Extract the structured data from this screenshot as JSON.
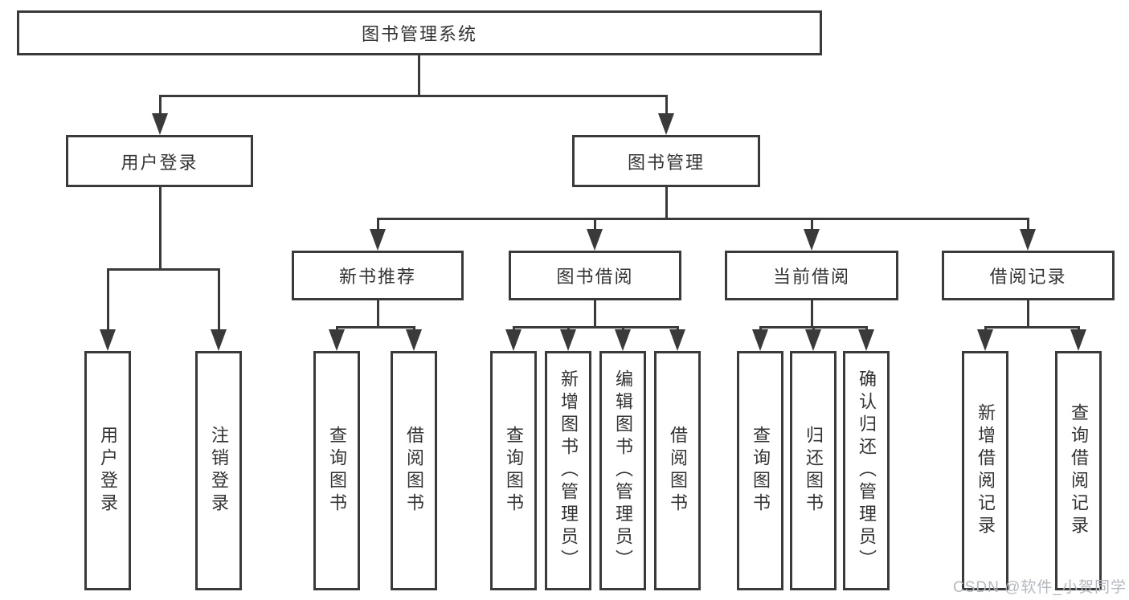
{
  "nodes": {
    "root": "图书管理系统",
    "level2": [
      "用户登录",
      "图书管理"
    ],
    "level3": [
      "新书推荐",
      "图书借阅",
      "当前借阅",
      "借阅记录"
    ],
    "leaves_user": [
      "用户登录",
      "注销登录"
    ],
    "leaves_recommend": [
      "查询图书",
      "借阅图书"
    ],
    "leaves_borrow": [
      "查询图书",
      "新增图书（管理员）",
      "编辑图书（管理员）",
      "借阅图书"
    ],
    "leaves_current": [
      "查询图书",
      "归还图书",
      "确认归还（管理员）"
    ],
    "leaves_records": [
      "新增借阅记录",
      "查询借阅记录"
    ]
  },
  "watermark": "CSDN @软件_小贺同学",
  "colors": {
    "line": "#3a3a3a",
    "text": "#333333",
    "watermark": "#b4b8be",
    "background": "#ffffff"
  }
}
